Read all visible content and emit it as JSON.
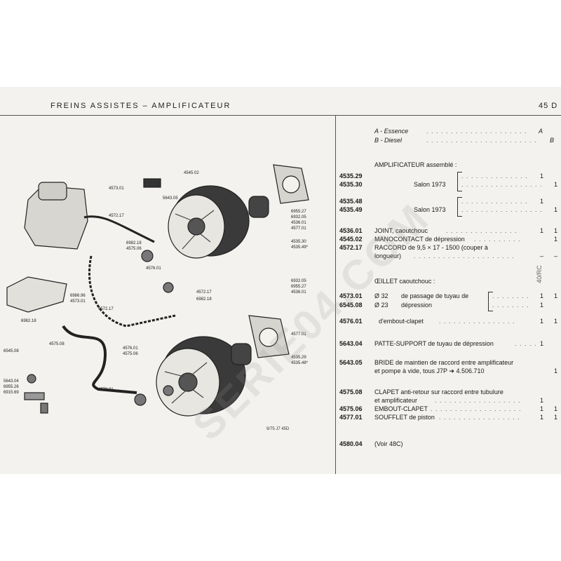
{
  "header": {
    "title": "FREINS ASSISTES  –  AMPLIFICATEUR",
    "page": "45 D"
  },
  "diagram": {
    "labels": [
      "4545.02",
      "4573.01",
      "5643.05",
      "4572.17",
      "6955.27",
      "6932.05",
      "4536.01",
      "4577.01",
      "6982.18",
      "4575.06",
      "4535.30",
      "4535.49*",
      "4576.01",
      "4572.17",
      "6982.18",
      "6986.96",
      "4573.01",
      "4572.17",
      "6932.05",
      "6955.27",
      "4536.01",
      "6982.18",
      "4577.01",
      "4575.08",
      "4576.01",
      "4575.06",
      "4535.29",
      "4535.48*",
      "6545.08",
      "5643.04",
      "6955.26",
      "6915.69",
      "4573.01"
    ],
    "reference": "9/75  J7 45D"
  },
  "parts": {
    "variant_a": "A -  Essence",
    "variant_a_code": "A",
    "variant_b": "B -  Diesel",
    "variant_b_code": "B",
    "assembly_title": "AMPLIFICATEUR assemblé :",
    "rows": [
      {
        "num": "4535.29",
        "desc": "",
        "q1": "",
        "q2": "1"
      },
      {
        "num": "4535.30",
        "desc": "",
        "q1": "",
        "q2": "1"
      },
      {
        "num": "4535.48",
        "desc": "",
        "q1": "1",
        "q2": ""
      },
      {
        "num": "4535.49",
        "desc": "",
        "q1": "",
        "q2": "1"
      },
      {
        "num": "4536.01",
        "desc": "JOINT, caoutchouc",
        "q1": "1",
        "q2": "1"
      },
      {
        "num": "4545.02",
        "desc": "MANOCONTACT de dépression",
        "q1": "",
        "q2": "1"
      },
      {
        "num": "4572.17",
        "desc": "RACCORD de 9,5 × 17 - 1500 (couper à",
        "q1": "",
        "q2": ""
      }
    ],
    "salon1": "Salon 1973",
    "salon2": "Salon 1973",
    "longueur": "longueur)",
    "oeillet_title": "ŒILLET caoutchouc :",
    "oeillet_rows": [
      {
        "num": "4573.01",
        "d1": "Ø 32",
        "d2": "de passage de tuyau de",
        "q1": "1",
        "q2": "1"
      },
      {
        "num": "6545.08",
        "d1": "Ø 23",
        "d2": "dépression",
        "q1": "1",
        "q2": ""
      }
    ],
    "row_4576": {
      "num": "4576.01",
      "desc": "d'embout-clapet",
      "q1": "1",
      "q2": "1"
    },
    "row_5643_04": {
      "num": "5643.04",
      "desc": "PATTE-SUPPORT de tuyau de dépression",
      "q1": "1",
      "q2": ""
    },
    "row_5643_05": {
      "num": "5643.05",
      "desc1": "BRIDE de maintien de raccord entre amplificateur",
      "desc2": "et pompe à vide, tous J7P ➔ 4.506.710",
      "q1": "",
      "q2": "1"
    },
    "row_4575_08": {
      "num": "4575.08",
      "desc1": "CLAPET anti-retour sur raccord entre tubulure",
      "desc2": "et amplificateur",
      "q1": "1",
      "q2": ""
    },
    "row_4575_06": {
      "num": "4575.06",
      "desc": "EMBOUT-CLAPET",
      "q1": "1",
      "q2": "1"
    },
    "row_4577_01": {
      "num": "4577.01",
      "desc": "SOUFFLET de piston",
      "q1": "1",
      "q2": "1"
    },
    "row_4580_04": {
      "num": "4580.04",
      "desc": "(Voir 48C)"
    },
    "stamp": "40/RC",
    "watermark": "SERIE04.COM"
  }
}
